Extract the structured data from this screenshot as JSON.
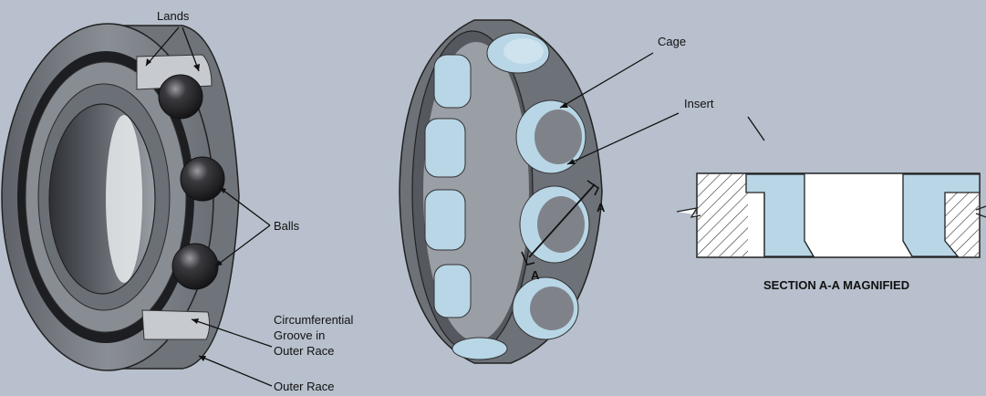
{
  "labels": {
    "lands": "Lands",
    "balls": "Balls",
    "groove_line1": "Circumferential",
    "groove_line2": "Groove in",
    "groove_line3": "Outer Race",
    "outer_race": "Outer Race",
    "cage": "Cage",
    "insert": "Insert",
    "section_mark_top": "A",
    "section_mark_bottom": "A",
    "section_caption": "SECTION A-A MAGNIFIED"
  },
  "colors": {
    "background": "#b7c0cc",
    "metal": "#7b7f86",
    "metal_dark": "#3e4147",
    "metal_light": "#a4a8ae",
    "insert_blue": "#b8d6e6",
    "ball": "#2a2a2d"
  }
}
